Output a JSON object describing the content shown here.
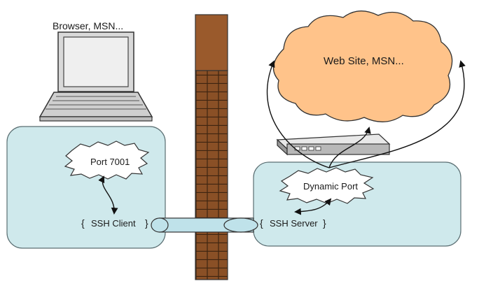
{
  "labels": {
    "browser": "Browser, MSN...",
    "website": "Web Site, MSN...",
    "port": "Port 7001",
    "dynamic_port": "Dynamic Port",
    "ssh_client": "SSH Client",
    "ssh_server": "SSH Server"
  },
  "colors": {
    "panel_fill": "#cfe9ec",
    "cloud_fill": "#ffc38a",
    "wall_brick": "#8a5026",
    "wall_cap": "#9a5a2c",
    "tunnel": "#bfe2ea"
  }
}
